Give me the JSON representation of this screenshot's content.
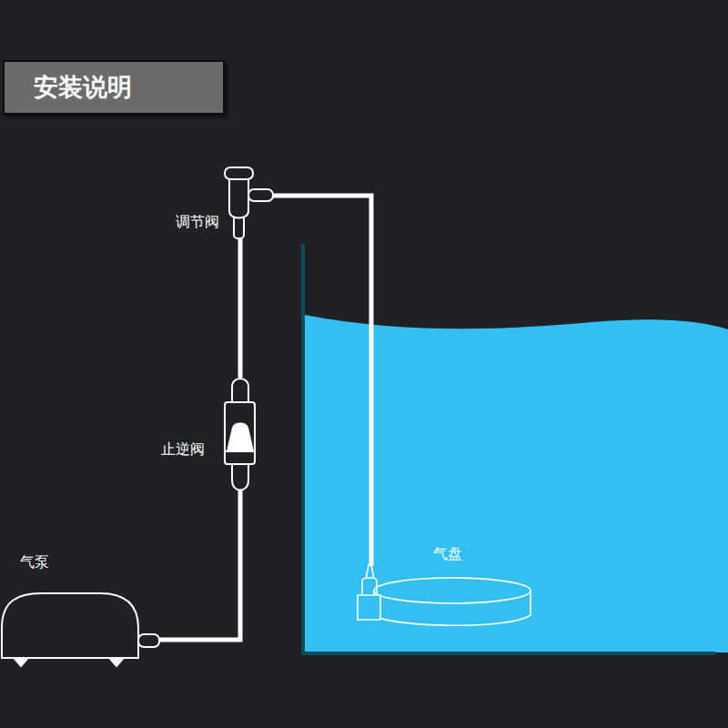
{
  "diagram": {
    "title": "安装说明",
    "labels": [
      "调节阀",
      "止逆阀",
      "气泵",
      "气盘"
    ]
  }
}
